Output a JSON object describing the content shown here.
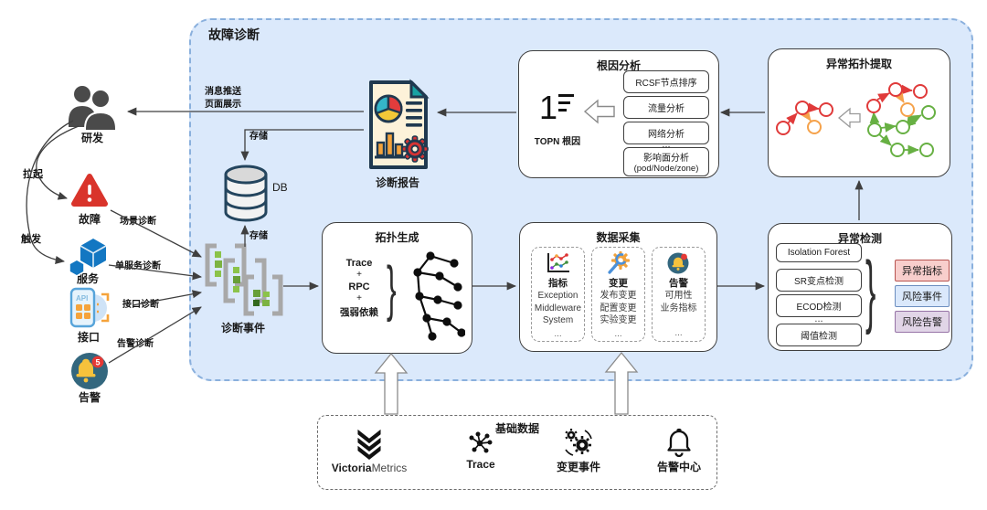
{
  "container": {
    "title": "故障诊断"
  },
  "actors": {
    "rd": "研发",
    "fault": "故障",
    "service": "服务",
    "api": "接口",
    "alarm": "告警"
  },
  "edge_labels": {
    "msg_push": "消息推送",
    "page_show": "页面展示",
    "pull": "拉起",
    "trigger": "触发",
    "scene": "场景诊断",
    "single": "单服务诊断",
    "iface": "接口诊断",
    "alert": "告警诊断",
    "store_report": "存储",
    "store_events": "存储"
  },
  "report": {
    "label": "诊断报告"
  },
  "db": {
    "label": "DB"
  },
  "events": {
    "label": "诊断事件"
  },
  "topology": {
    "title": "拓扑生成",
    "inputs": [
      "Trace",
      "+",
      "RPC",
      "+",
      "强弱依赖"
    ],
    "brace": "}"
  },
  "collection": {
    "title": "数据采集",
    "cards": [
      {
        "title": "指标",
        "lines": [
          "Exception",
          "Middleware",
          "System"
        ],
        "dots": "..."
      },
      {
        "title": "变更",
        "lines": [
          "发布变更",
          "配置变更",
          "实验变更"
        ],
        "dots": "..."
      },
      {
        "title": "告警",
        "lines": [
          "可用性",
          "业务指标"
        ],
        "dots": "..."
      }
    ]
  },
  "detection": {
    "title": "异常检测",
    "methods": [
      "Isolation Forest",
      "SR变点检测",
      "ECOD检测"
    ],
    "ellipsis": "...",
    "method_last": "阈值检测",
    "brace": "}",
    "tags": [
      {
        "label": "异常指标"
      },
      {
        "label": "风险事件"
      },
      {
        "label": "风险告警"
      }
    ]
  },
  "rootcause": {
    "title": "根因分析",
    "topn_label": "TOPN 根因",
    "methods": [
      "RCSF节点排序",
      "流量分析",
      "网络分析"
    ],
    "ellipsis": "...",
    "impact_line1": "影响面分析",
    "impact_line2": "(pod/Node/zone)"
  },
  "extract": {
    "title": "异常拓扑提取"
  },
  "basedata": {
    "title": "基础数据",
    "items": [
      {
        "bold": "Victoria",
        "rest": "Metrics"
      },
      {
        "label": "Trace"
      },
      {
        "label": "变更事件"
      },
      {
        "label": "告警中心"
      }
    ]
  },
  "icons": {
    "api_text": "API",
    "alarm_badge": "5",
    "topn_digit": "1"
  },
  "colors": {
    "container_fill": "#dbe9fb",
    "container_border": "#8ab0dd",
    "tag_pink_bg": "#f8cecc",
    "tag_pink_border": "#b85450",
    "tag_blue_bg": "#dae8fb",
    "tag_blue_border": "#6c8ebf",
    "tag_purple_bg": "#e1d5e7",
    "tag_purple_border": "#9673a6",
    "alert_red": "#d9342b",
    "service_blue": "#1377c2",
    "node_red": "#e03a3a",
    "node_orange": "#f5a24b",
    "node_green": "#67b043"
  }
}
